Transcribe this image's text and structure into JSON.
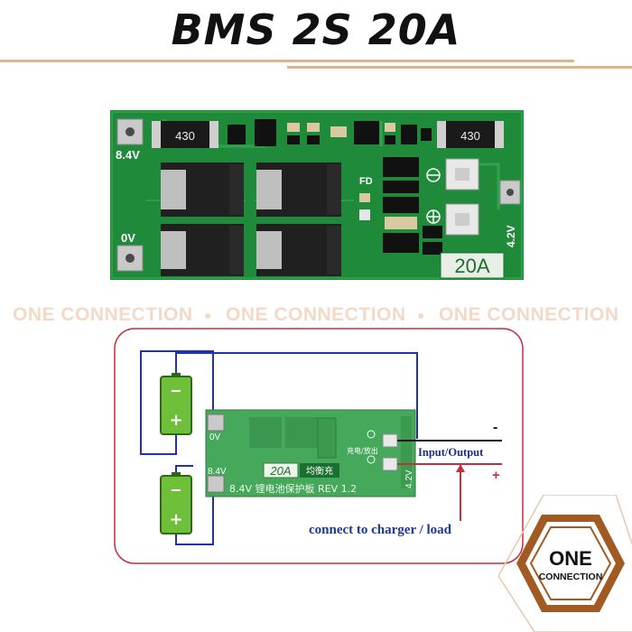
{
  "header": {
    "title": "BMS 2S 20A"
  },
  "board_photo": {
    "resistor_code_left": "430",
    "resistor_code_right": "430",
    "label_8v4": "8.4V",
    "label_0v": "0V",
    "label_4v2": "4.2V",
    "label_fd": "FD",
    "rating_badge": "20A"
  },
  "watermark": {
    "segments": [
      "ONE CONNECTION",
      "ONE CONNECTION",
      "ONE CONNECTION"
    ],
    "separator": "●"
  },
  "wiring_diagram": {
    "battery_top_minus": "−",
    "battery_top_plus": "+",
    "battery_bottom_minus": "−",
    "battery_bottom_plus": "+",
    "board_label_0v": "0V",
    "board_label_8v4": "8.4V",
    "board_label_4v2": "4.2V",
    "board_badge": "20A",
    "board_badge_cn": "均衡充",
    "board_marking": "8.4V 锂电池保护板 REV 1.2",
    "board_port_cn": "充电/放出",
    "io_label": "Input/Output",
    "minus_sign": "-",
    "plus_sign": "+",
    "charger_label": "connect to charger / load"
  },
  "logo": {
    "line1": "ONE",
    "line2": "CONNECTION"
  },
  "colors": {
    "pcb_green": "#1f8a3a",
    "accent_red": "#c0303e",
    "wire_blue": "#2233aa",
    "logo_brown": "#a05a22",
    "rule_tan": "#e0b48a"
  }
}
